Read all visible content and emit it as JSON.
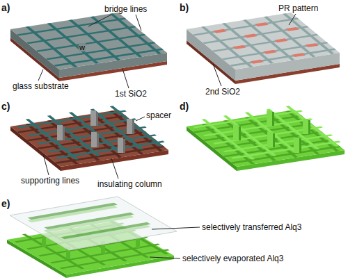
{
  "diagram": {
    "labels": [
      "a)",
      "bridge lines",
      "w",
      "glass substrate",
      "1st SiO2",
      "b)",
      "PR pattern",
      "2nd SiO2",
      "c)",
      "spacer",
      "supporting lines",
      "insulating column",
      "d)",
      "e)",
      "selectively transferred Alq3",
      "selectively evaporated Alq3"
    ]
  }
}
